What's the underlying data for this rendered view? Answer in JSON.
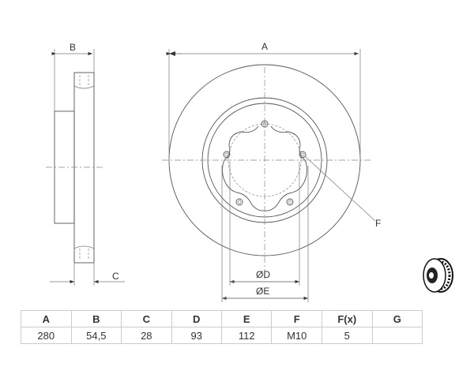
{
  "drawing": {
    "labels": {
      "A": "A",
      "B": "B",
      "C": "C",
      "D": "ØD",
      "E": "ØE",
      "F": "F"
    }
  },
  "spec_table": {
    "headers": [
      "A",
      "B",
      "C",
      "D",
      "E",
      "F",
      "F(x)",
      "G"
    ],
    "values": [
      "280",
      "54,5",
      "28",
      "93",
      "112",
      "M10",
      "5",
      ""
    ]
  }
}
